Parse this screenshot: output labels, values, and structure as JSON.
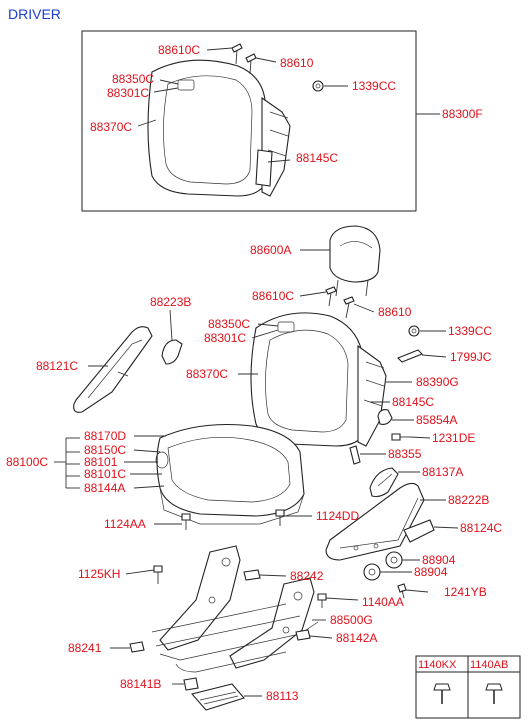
{
  "title": "DRIVER",
  "box_headers": [
    "1140KX",
    "1140AB"
  ],
  "labels": {
    "l_88610C_top": "88610C",
    "l_88610_top": "88610",
    "l_88350C_top": "88350C",
    "l_88301C_top": "88301C",
    "l_1339CC_top": "1339CC",
    "l_88370C_top": "88370C",
    "l_88300F": "88300F",
    "l_88145C_top": "88145C",
    "l_88600A": "88600A",
    "l_88610C": "88610C",
    "l_88610": "88610",
    "l_88223B": "88223B",
    "l_88350C": "88350C",
    "l_88301C": "88301C",
    "l_1339CC": "1339CC",
    "l_88121C": "88121C",
    "l_1799JC": "1799JC",
    "l_88370C": "88370C",
    "l_88390G": "88390G",
    "l_88145C": "88145C",
    "l_85854A": "85854A",
    "l_1231DE": "1231DE",
    "l_88170D": "88170D",
    "l_88150C": "88150C",
    "l_88100C": "88100C",
    "l_88101": "88101",
    "l_88101C": "88101C",
    "l_88355": "88355",
    "l_88137A": "88137A",
    "l_88144A": "88144A",
    "l_88222B": "88222B",
    "l_1124AA": "1124AA",
    "l_1124DD": "1124DD",
    "l_88124C": "88124C",
    "l_88904_a": "88904",
    "l_88904_b": "88904",
    "l_1125KH": "1125KH",
    "l_88242": "88242",
    "l_1241YB": "1241YB",
    "l_1140AA": "1140AA",
    "l_88500G": "88500G",
    "l_88241": "88241",
    "l_88142A": "88142A",
    "l_88141B": "88141B",
    "l_88113": "88113"
  },
  "colors": {
    "label": "#e0111b",
    "title": "#1a3fd0",
    "outline": "#222222"
  }
}
